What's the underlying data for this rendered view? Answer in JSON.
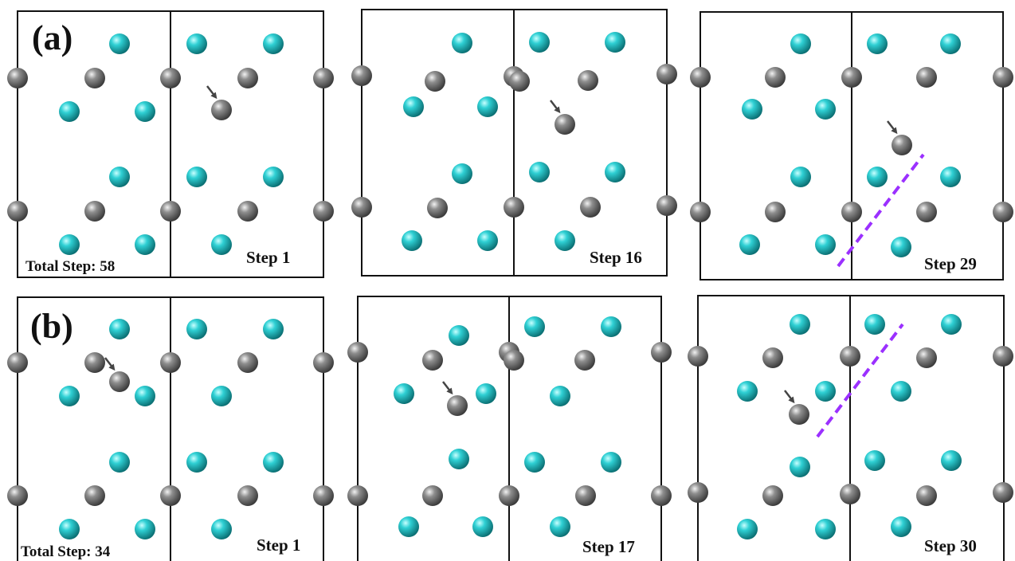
{
  "colors": {
    "atom_cyan": "#20b2b6",
    "atom_gray": "#7a7a7a",
    "frame": "#111111",
    "slip_line": "#9b30ff",
    "arrow": "#444444"
  },
  "rows": [
    {
      "letter": "(a)",
      "total": "Total Step: 58",
      "panels": [
        {
          "step": "Step 1",
          "slip_line": false
        },
        {
          "step": "Step 16",
          "slip_line": false
        },
        {
          "step": "Step 29",
          "slip_line": true
        }
      ]
    },
    {
      "letter": "(b)",
      "total": "Total Step: 34",
      "panels": [
        {
          "step": "Step 1",
          "slip_line": false
        },
        {
          "step": "Step 17",
          "slip_line": false
        },
        {
          "step": "Step 30",
          "slip_line": true
        }
      ]
    }
  ]
}
